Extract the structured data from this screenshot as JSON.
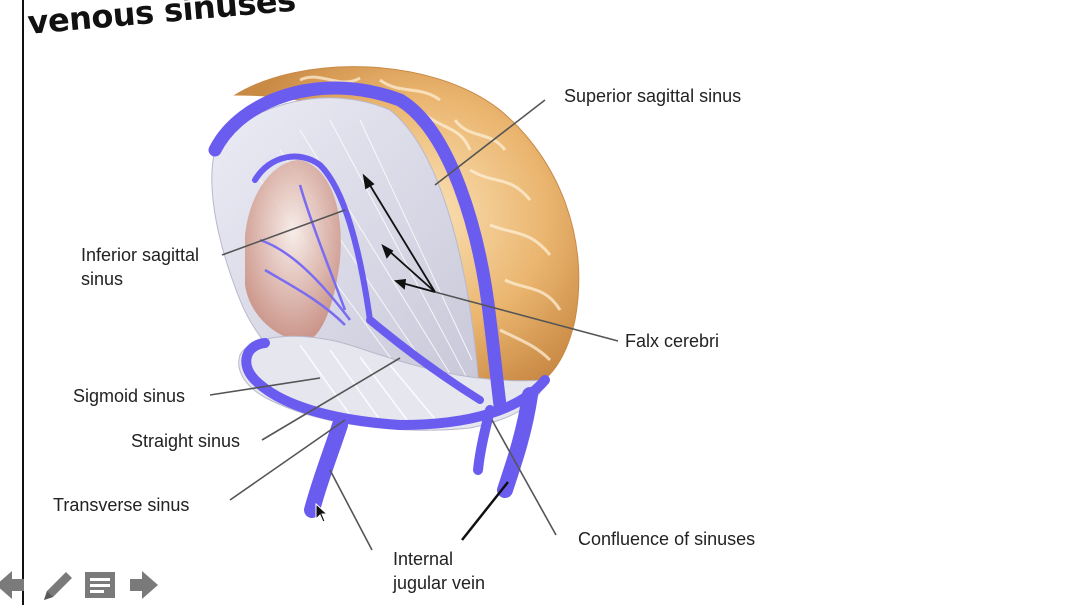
{
  "slide": {
    "title": "venous sinuses"
  },
  "labels": {
    "superior_sagittal_sinus": "Superior sagittal sinus",
    "inferior_sagittal_sinus_line1": "Inferior sagittal",
    "inferior_sagittal_sinus_line2": "sinus",
    "falx_cerebri": "Falx cerebri",
    "sigmoid_sinus": "Sigmoid sinus",
    "straight_sinus": "Straight sinus",
    "transverse_sinus": "Transverse sinus",
    "internal_jugular_vein_line1": "Internal",
    "internal_jugular_vein_line2": "jugular vein",
    "confluence_of_sinuses": "Confluence of sinuses"
  },
  "colors": {
    "sinus_blue": "#6b5cf0",
    "brain_tan": "#e8b878",
    "falx_gray": "#d9d9e6"
  },
  "toolbar": {
    "icons": [
      "arrow-left-icon",
      "pencil-icon",
      "notes-icon",
      "arrow-right-icon"
    ]
  }
}
